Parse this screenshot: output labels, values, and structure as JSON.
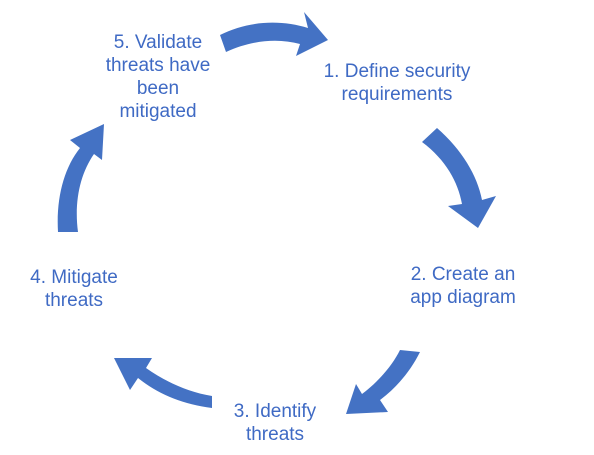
{
  "diagram": {
    "arrow_color": "#4472c4",
    "text_color": "#3f6ac4",
    "steps": [
      {
        "lines": [
          "1. Define security",
          "requirements"
        ]
      },
      {
        "lines": [
          "2. Create an",
          "app diagram"
        ]
      },
      {
        "lines": [
          "3. Identify",
          "threats"
        ]
      },
      {
        "lines": [
          "4. Mitigate",
          "threats"
        ]
      },
      {
        "lines": [
          "5. Validate",
          "threats have",
          "been",
          "mitigated"
        ]
      }
    ]
  }
}
